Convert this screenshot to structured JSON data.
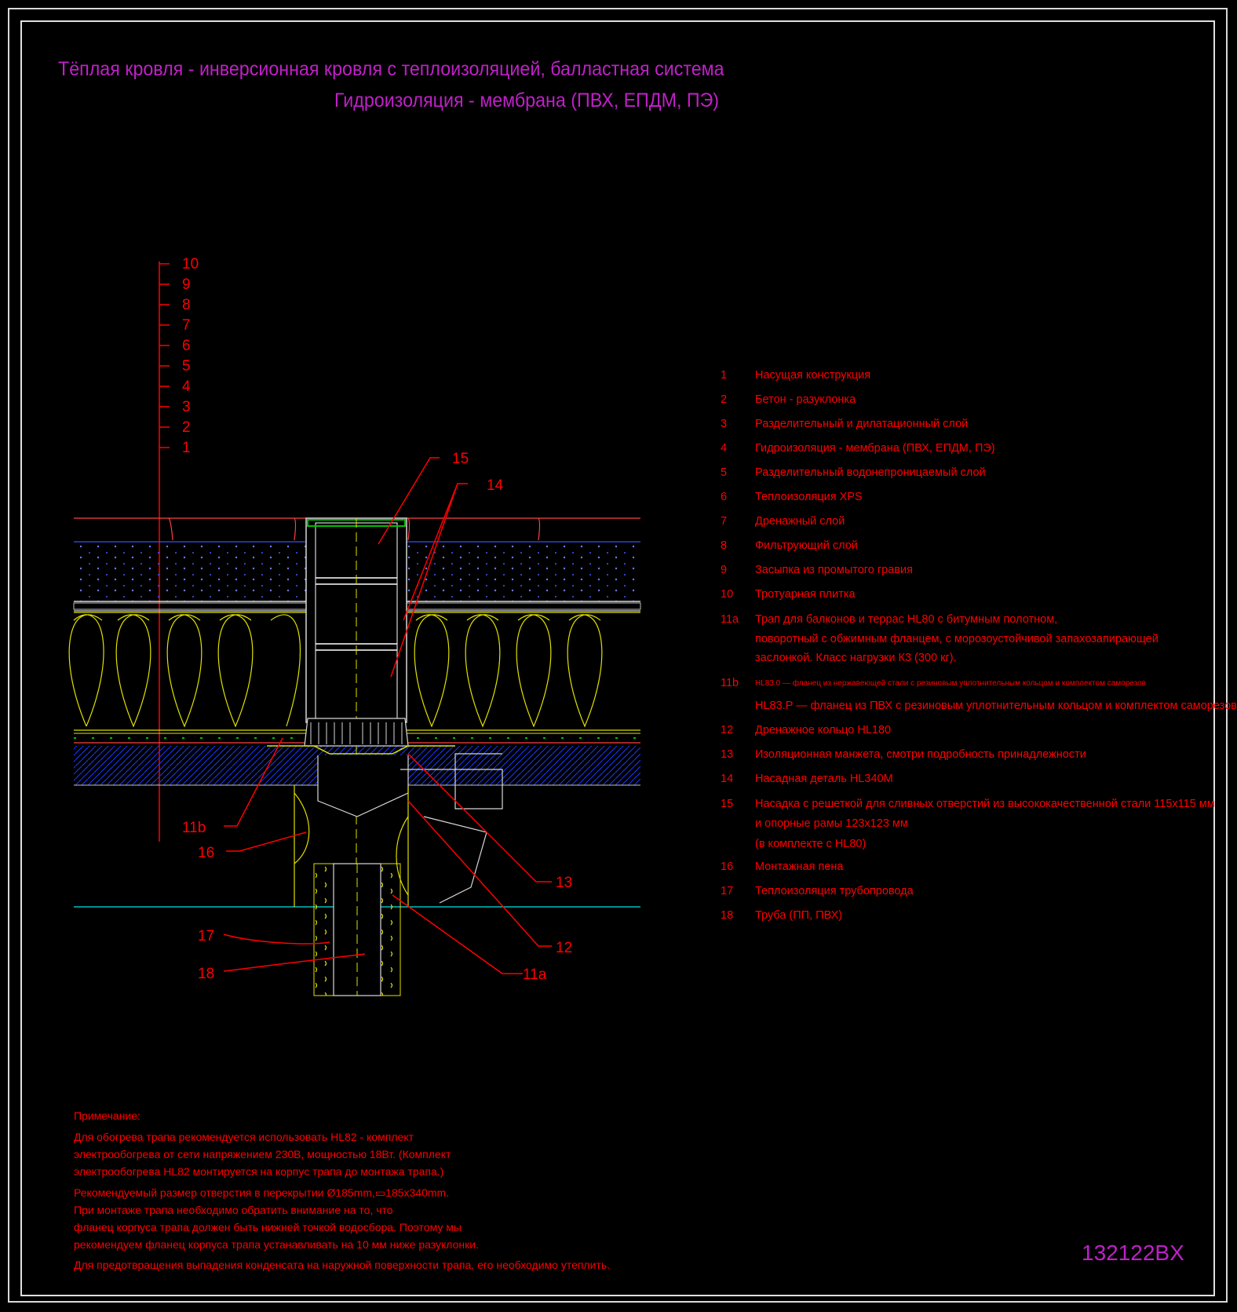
{
  "title": {
    "line1": "Тёплая кровля - инверсионная кровля с теплоизоляцией, балластная система",
    "line2": "Гидроизоляция - мембрана (ПВХ, ЕПДМ, ПЭ)"
  },
  "diagram": {
    "layer_scale": [
      "10",
      "9",
      "8",
      "7",
      "6",
      "5",
      "4",
      "3",
      "2",
      "1"
    ],
    "callouts": {
      "c15": "15",
      "c14": "14",
      "c11b": "11b",
      "c16": "16",
      "c13": "13",
      "c12": "12",
      "c17": "17",
      "c18": "18",
      "c11a": "11a"
    }
  },
  "legend": [
    {
      "num": "1",
      "text": "Насущая конструкция"
    },
    {
      "num": "2",
      "text": "Бетон - разуклонка"
    },
    {
      "num": "3",
      "text": "Разделительный и дилатационный слой"
    },
    {
      "num": "4",
      "text": "Гидроизоляция - мембрана (ПВХ, ЕПДМ, ПЭ)"
    },
    {
      "num": "5",
      "text": "Разделительный водонепроницаемый слой"
    },
    {
      "num": "6",
      "text": "Теплоизоляция XPS"
    },
    {
      "num": "7",
      "text": "Дренажный слой"
    },
    {
      "num": "8",
      "text": "Фильтрующий слой"
    },
    {
      "num": "9",
      "text": "Засыпка из промытого гравия"
    },
    {
      "num": "10",
      "text": "Тротуарная плитка"
    },
    {
      "num": "11a",
      "text": "Трап для балконов и террас HL80 с битумным полотном,"
    },
    {
      "num": "",
      "text": "поворотный с обжимным фланцем, с морозоустойчивой запахозапирающей"
    },
    {
      "num": "",
      "text": "заслонкой. Класс нагрузки К3 (300 кг)."
    },
    {
      "num": "11b",
      "text": "HL83.0 — фланец из нержавеющей стали с резиновым уплотнительным кольцом и комплектом саморезов",
      "small": true
    },
    {
      "num": "",
      "text": "HL83.P — фланец из ПВХ с резиновым уплотнительным кольцом и комплектом саморезов"
    },
    {
      "num": "12",
      "text": "Дренажное кольцо HL180"
    },
    {
      "num": "13",
      "text": "Изоляционная  манжета, смотри подробность принадлежности"
    },
    {
      "num": "14",
      "text": "Насадная деталь HL340M"
    },
    {
      "num": "15",
      "text": "Насадка с решеткой для сливных отверстий из высококачественной стали 115x115 мм"
    },
    {
      "num": "",
      "text": "и опорные рамы 123x123 мм"
    },
    {
      "num": "",
      "text": "(в комплекте с HL80)"
    },
    {
      "num": "16",
      "text": "Монтажная пена"
    },
    {
      "num": "17",
      "text": "Теплоизоляция трубопровода"
    },
    {
      "num": "18",
      "text": "Труба (ПП, ПВХ)"
    }
  ],
  "notes": [
    "Примечание:",
    "Для обогрева трапа рекомендуется использовать HL82 - комплект",
    "электрообогрева от сети напряжением 230В, мощностью 18Вт. (Комплект",
    "электрообогрева HL82 монтируется на корпус трапа до монтажа трапа.)",
    "Рекомендуемый размер отверстия в перекрытии Ø185mm,▭185x340mm.",
    "При монтаже трапа необходимо обратить внимание на то, что",
    "фланец корпуса трапа должен быть нижней точкой водосбора. Поэтому мы",
    "рекомендуем фланец корпуса трапа устанавливать на 10 мм ниже разуклонки.",
    "Для предотвращения выпадения конденсата на наружной поверхности трапа, его необходимо утеплить."
  ],
  "code": "132122BX"
}
